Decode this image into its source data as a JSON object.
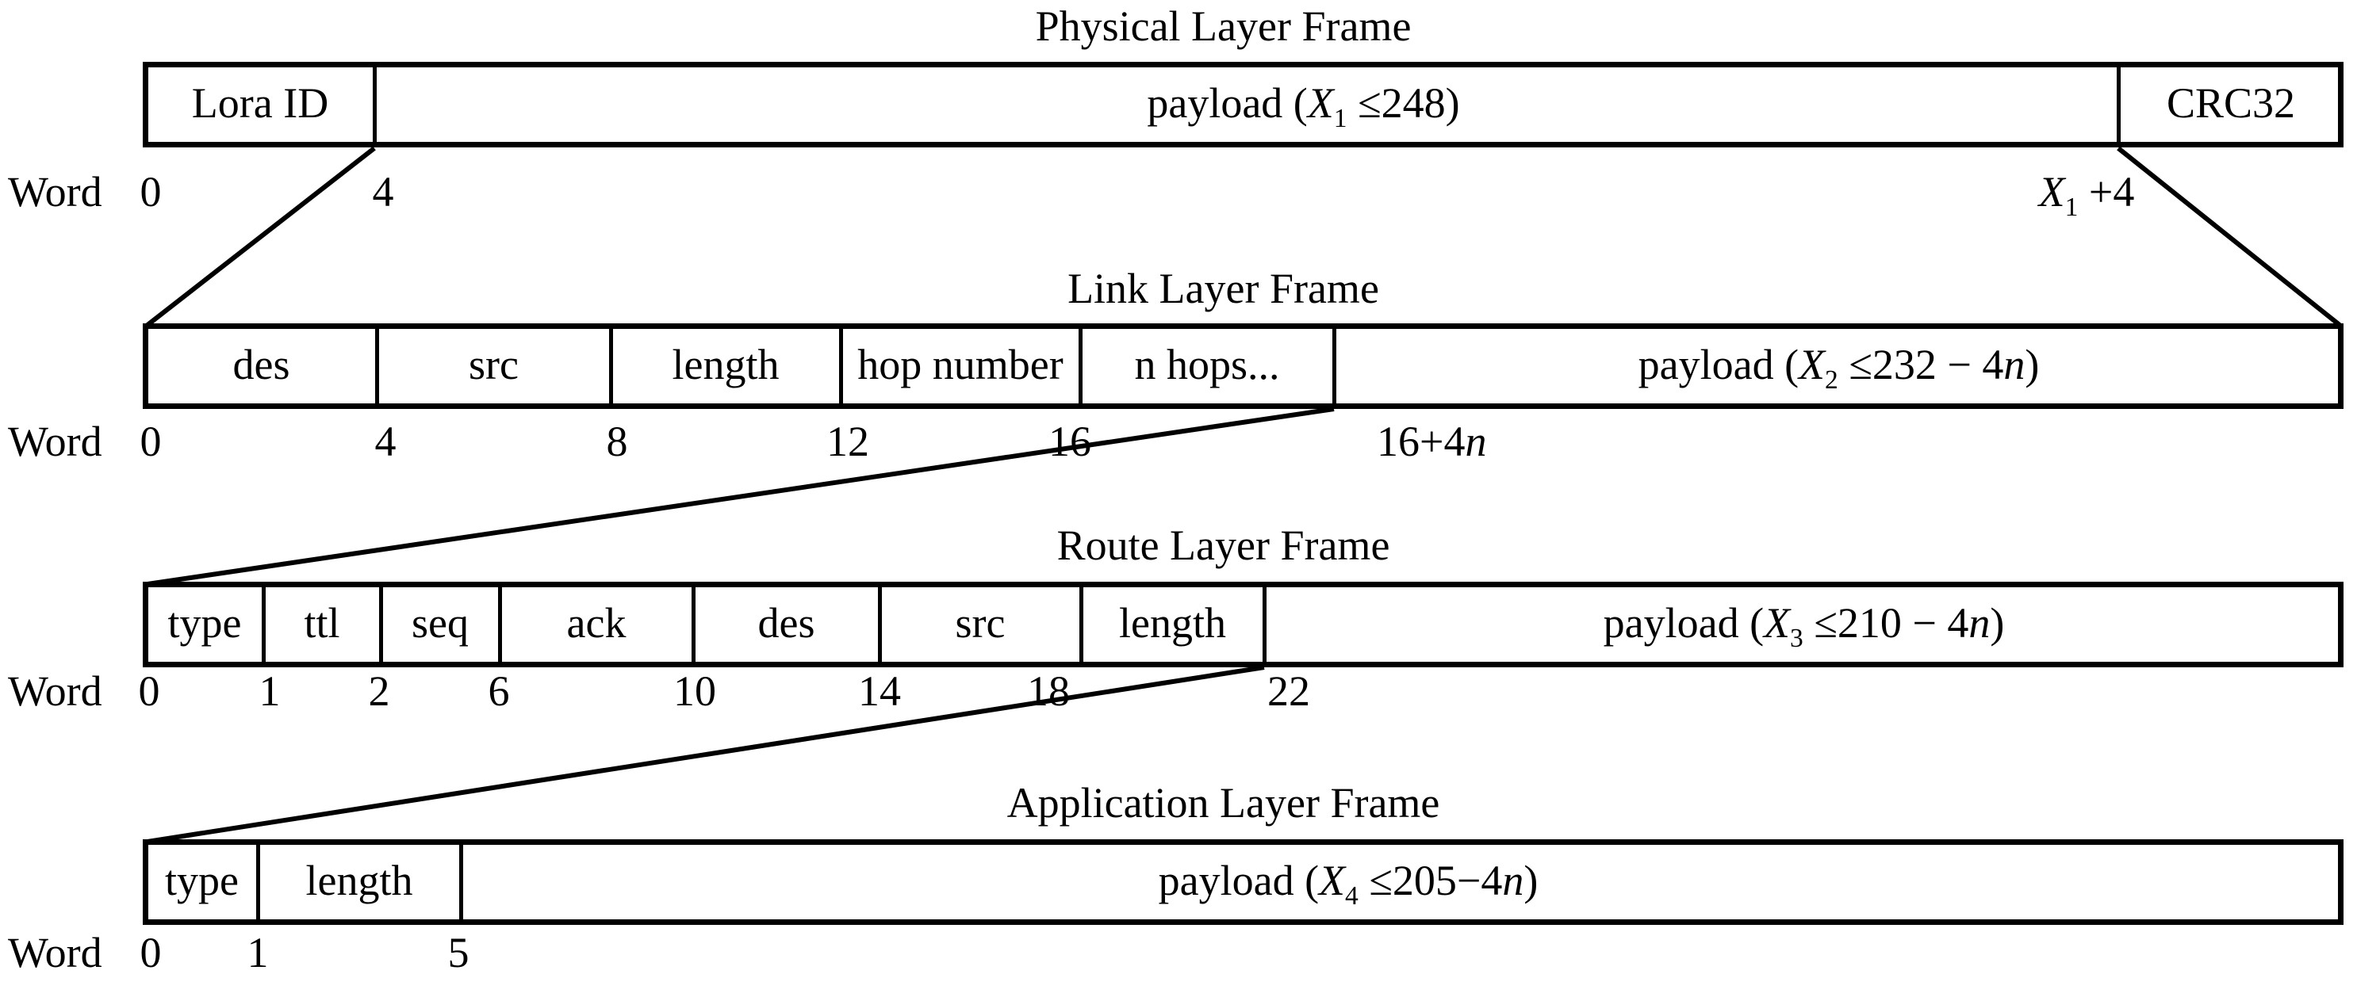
{
  "colors": {
    "ink": "#000000",
    "background": "#ffffff"
  },
  "word_axis_label": "Word",
  "frames": {
    "physical": {
      "title": "Physical Layer Frame",
      "cells": {
        "lora_id": "Lora ID",
        "crc": "CRC32"
      },
      "payload": {
        "prefix": "payload (",
        "var": "X",
        "sub": "1",
        "mid": " ≤248",
        "nvar": "",
        "close": ")"
      },
      "words": {
        "w0": "0",
        "w1": "4",
        "end_var": "X",
        "end_sub": "1",
        "end_rest": " +4"
      }
    },
    "link": {
      "title": "Link Layer Frame",
      "cells": {
        "des": "des",
        "src": "src",
        "length": "length",
        "hop_number": "hop number",
        "n_hops": "n hops..."
      },
      "payload": {
        "prefix": "payload (",
        "var": "X",
        "sub": "2",
        "mid": " ≤232 − 4",
        "nvar": "n",
        "close": ")"
      },
      "words": {
        "w0": "0",
        "w1": "4",
        "w2": "8",
        "w3": "12",
        "w4": "16",
        "end_pre": "16+4",
        "end_n": "n"
      }
    },
    "route": {
      "title": "Route Layer Frame",
      "cells": {
        "type": "type",
        "ttl": "ttl",
        "seq": "seq",
        "ack": "ack",
        "des": "des",
        "src": "src",
        "length": "length"
      },
      "payload": {
        "prefix": "payload (",
        "var": "X",
        "sub": "3",
        "mid": " ≤210 − 4",
        "nvar": "n",
        "close": ")"
      },
      "words": {
        "w0": "0",
        "w1": "1",
        "w2": "2",
        "w3": "6",
        "w4": "10",
        "w5": "14",
        "w6": "18",
        "w7": "22"
      }
    },
    "application": {
      "title": "Application Layer Frame",
      "cells": {
        "type": "type",
        "length": "length"
      },
      "payload": {
        "prefix": "payload (",
        "var": "X",
        "sub": "4",
        "mid": " ≤205−4",
        "nvar": "n",
        "close": ")"
      },
      "words": {
        "w0": "0",
        "w1": "1",
        "w2": "5"
      }
    }
  }
}
